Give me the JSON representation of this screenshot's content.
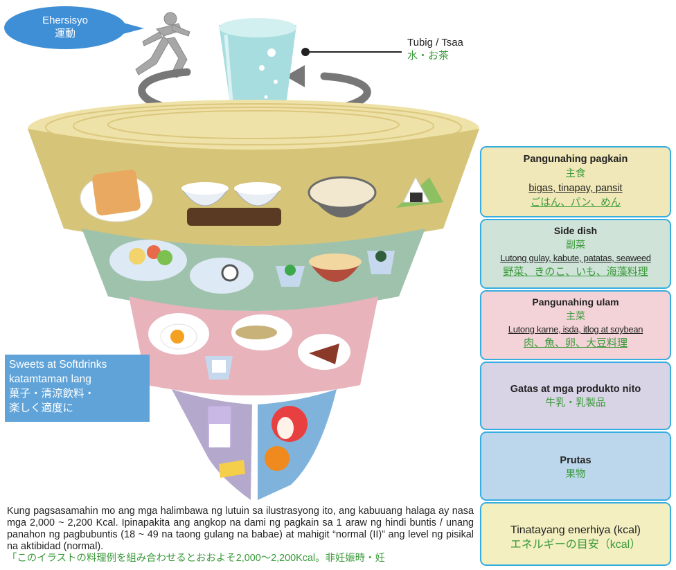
{
  "exercise": {
    "label": "Ehersisyo",
    "label_jp": "運動"
  },
  "water": {
    "label": "Tubig / Tsaa",
    "label_jp": "水・お茶"
  },
  "sweets": {
    "line1": "Sweets at Softdrinks",
    "line2": "katamtaman lang",
    "line3": "菓子・清涼飲料・",
    "line4": "楽しく適度に"
  },
  "panels": {
    "staple": {
      "title": "Pangunahing pagkain",
      "title_jp": "主食",
      "items": "bigas, tinapay, pansit",
      "items_jp": "ごはん、パン、めん"
    },
    "side_dish": {
      "title": "Side dish",
      "title_jp": "副菜",
      "items": "Lutong gulay, kabute, patatas, seaweed",
      "items_jp": "野菜、きのこ、いも、海藻料理"
    },
    "main_dish": {
      "title": "Pangunahing ulam",
      "title_jp": "主菜",
      "items": "Lutong karne, isda, itlog at soybean",
      "items_jp": "肉、魚、卵、大豆料理"
    },
    "milk": {
      "title": "Gatas at mga produkto nito",
      "title_jp": "牛乳・乳製品"
    },
    "fruit": {
      "title": "Prutas",
      "title_jp": "果物"
    },
    "energy": {
      "title": "Tinatayang enerhiya (kcal)",
      "title_jp": "エネルギーの目安（kcal）"
    }
  },
  "description": {
    "text": "Kung pagsasamahin mo ang mga halimbawa ng lutuin sa ilustrasyong ito, ang kabuuang halaga ay nasa mga 2,000 ~ 2,200 Kcal. Ipinapakita ang angkop na dami ng pagkain sa 1 araw ng hindi buntis / unang panahon ng pagbubuntis (18 ~ 49 na taong gulang na babae) at mahigit “normal (II)” ang level ng pisikal na aktibidad (normal).",
    "text_jp": "「このイラストの料理例を組み合わせるとおおよそ2,000～2,200Kcal。非妊娠時・妊"
  },
  "colors": {
    "staple_band": "#d6c478",
    "side_band": "#9fc2ad",
    "main_band": "#e8b3bb",
    "milk_band": "#b4a9cd",
    "fruit_band": "#7fb3dc",
    "panel_border": "#37aee0",
    "bubble": "#3f8fd6",
    "sweets_box": "#5fa3d9",
    "jp_text": "#3a9a3a"
  }
}
